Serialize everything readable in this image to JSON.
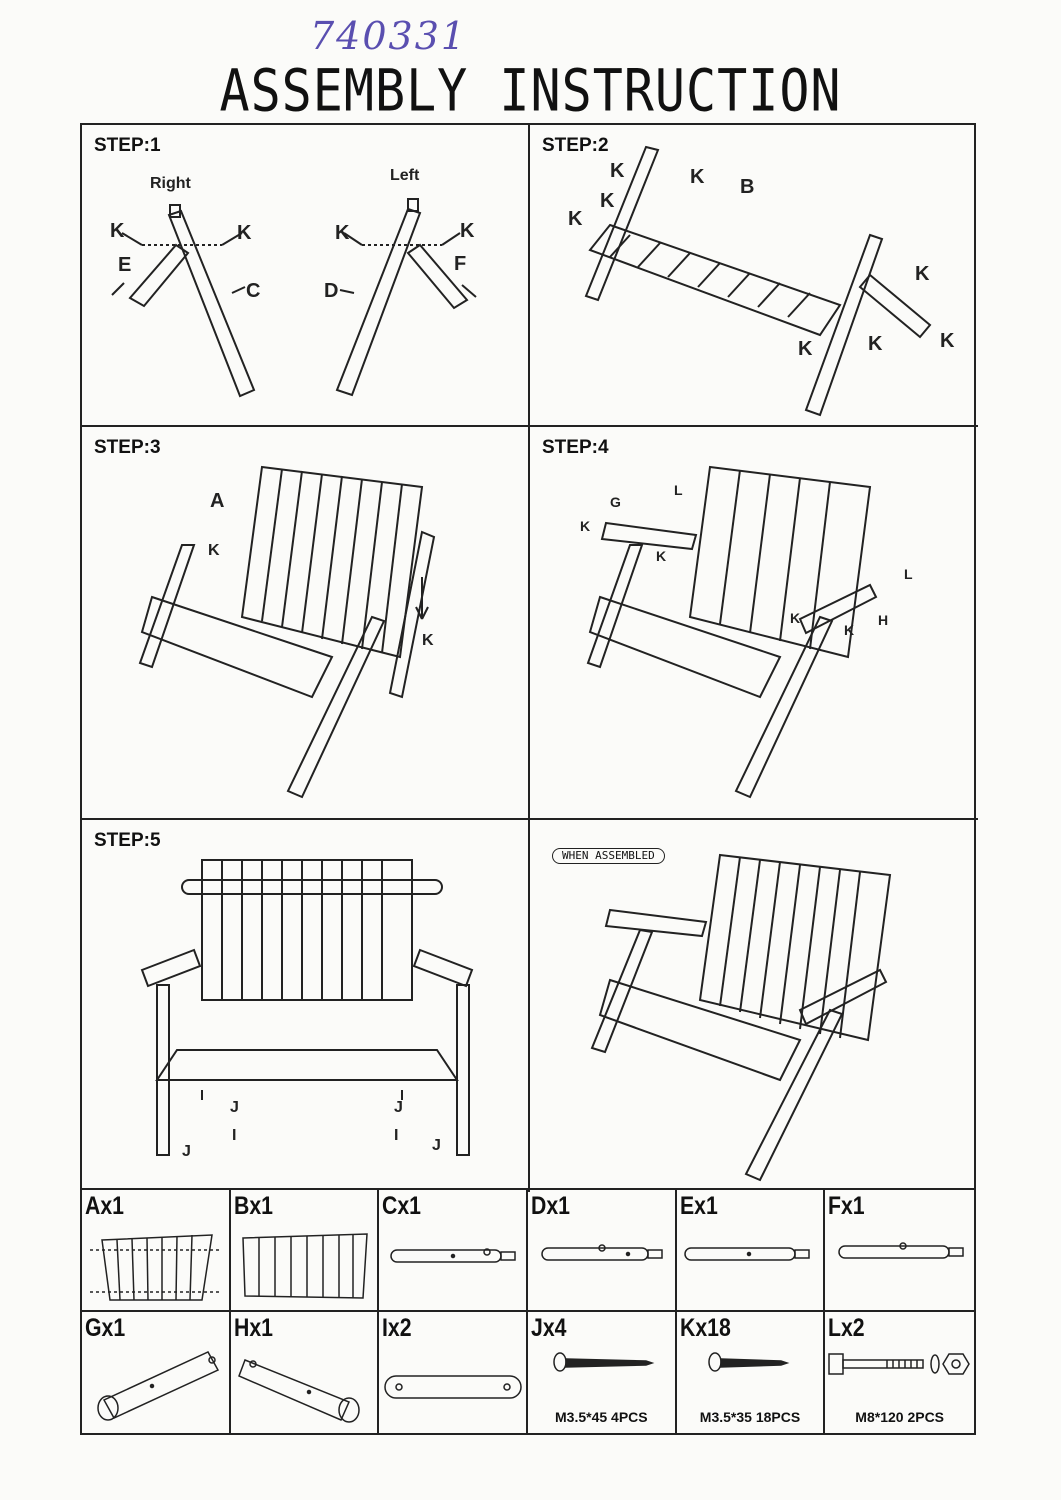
{
  "header": {
    "handwritten_code": "740331",
    "title": "ASSEMBLY INSTRUCTION"
  },
  "steps": [
    {
      "label": "STEP:1",
      "callouts": {
        "right": "Right",
        "left": "Left",
        "k": "K",
        "c": "C",
        "d": "D",
        "e": "E",
        "f": "F"
      }
    },
    {
      "label": "STEP:2",
      "callouts": {
        "k": "K",
        "b": "B"
      }
    },
    {
      "label": "STEP:3",
      "callouts": {
        "a": "A",
        "k": "K"
      }
    },
    {
      "label": "STEP:4",
      "callouts": {
        "g": "G",
        "l": "L",
        "k": "K",
        "h": "H"
      }
    },
    {
      "label": "STEP:5",
      "callouts": {
        "j": "J",
        "i": "I"
      }
    },
    {
      "label": "WHEN ASSEMBLED"
    }
  ],
  "parts": [
    {
      "label": "Ax1",
      "icon": "backrest-icon",
      "spec": ""
    },
    {
      "label": "Bx1",
      "icon": "seat-icon",
      "spec": ""
    },
    {
      "label": "Cx1",
      "icon": "leg-icon",
      "spec": ""
    },
    {
      "label": "Dx1",
      "icon": "leg-icon",
      "spec": ""
    },
    {
      "label": "Ex1",
      "icon": "leg-icon",
      "spec": ""
    },
    {
      "label": "Fx1",
      "icon": "leg-icon",
      "spec": ""
    },
    {
      "label": "Gx1",
      "icon": "armrest-icon",
      "spec": ""
    },
    {
      "label": "Hx1",
      "icon": "armrest-icon",
      "spec": ""
    },
    {
      "label": "Ix2",
      "icon": "bracket-icon",
      "spec": ""
    },
    {
      "label": "Jx4",
      "icon": "screw-icon",
      "spec": "M3.5*45 4PCS"
    },
    {
      "label": "Kx18",
      "icon": "screw-icon",
      "spec": "M3.5*35 18PCS"
    },
    {
      "label": "Lx2",
      "icon": "bolt-icon",
      "spec": "M8*120 2PCS"
    }
  ]
}
